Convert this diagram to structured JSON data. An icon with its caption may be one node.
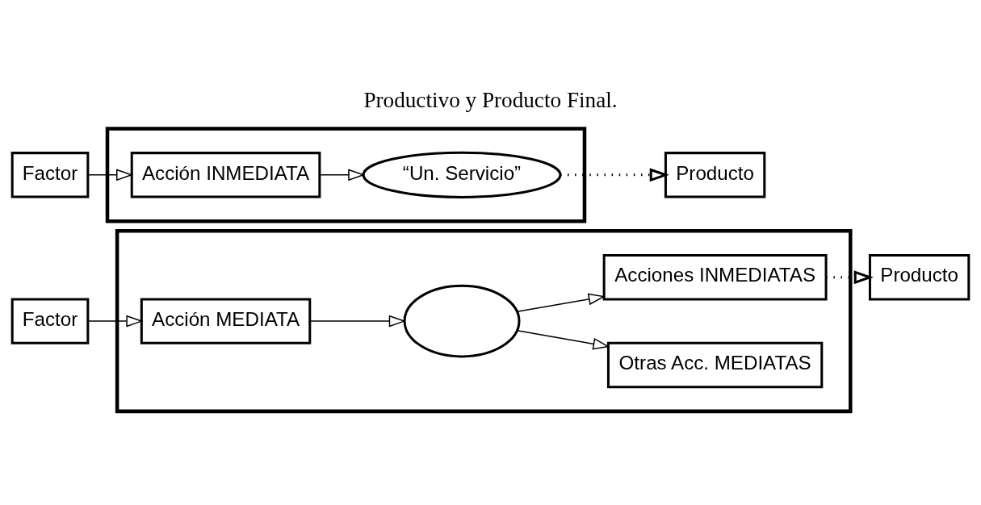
{
  "diagram": {
    "title": "Productivo y Producto Final.",
    "nodes": [
      {
        "text": [
          "Factor"
        ]
      },
      {
        "text": [],
        "shape": "box"
      },
      {
        "text": [
          "Acción INMEDIATA"
        ],
        "in": 1
      },
      {
        "text": [
          "“Un. Servicio”"
        ],
        "in": 1
      },
      {
        "text": [
          "Producto"
        ]
      },
      {
        "text": [
          "Factor"
        ]
      },
      {
        "text": [],
        "shape": "box"
      },
      {
        "text": [
          "Otras Acc. MEDIATAS"
        ],
        "in": 6
      },
      {
        "text": [
          "Acciones INMEDIATAS"
        ],
        "in": 6
      },
      {
        "text": [
          "Acción MEDIATA"
        ],
        "in": 6
      },
      {
        "text": [],
        "shape": "circle",
        "in": 6
      },
      {
        "text": [
          "Producto"
        ]
      }
    ],
    "edges": [
      {
        "from": 0,
        "to": 2,
        "arrow": "to"
      },
      {
        "from": 2,
        "to": 3,
        "arrow": "to"
      },
      {
        "from": 3,
        "to": 4,
        "arrow": "to",
        "style": "dashed"
      },
      {
        "from": 5,
        "to": 9,
        "arrow": "to"
      },
      {
        "from": 9,
        "to": 10,
        "arrow": "to"
      },
      {
        "from": 10,
        "to": 7,
        "arrow": "to"
      },
      {
        "from": 10,
        "to": 8,
        "arrow": "to"
      },
      {
        "from": 8,
        "to": 11,
        "arrow": "to",
        "style": "dashed"
      }
    ]
  }
}
